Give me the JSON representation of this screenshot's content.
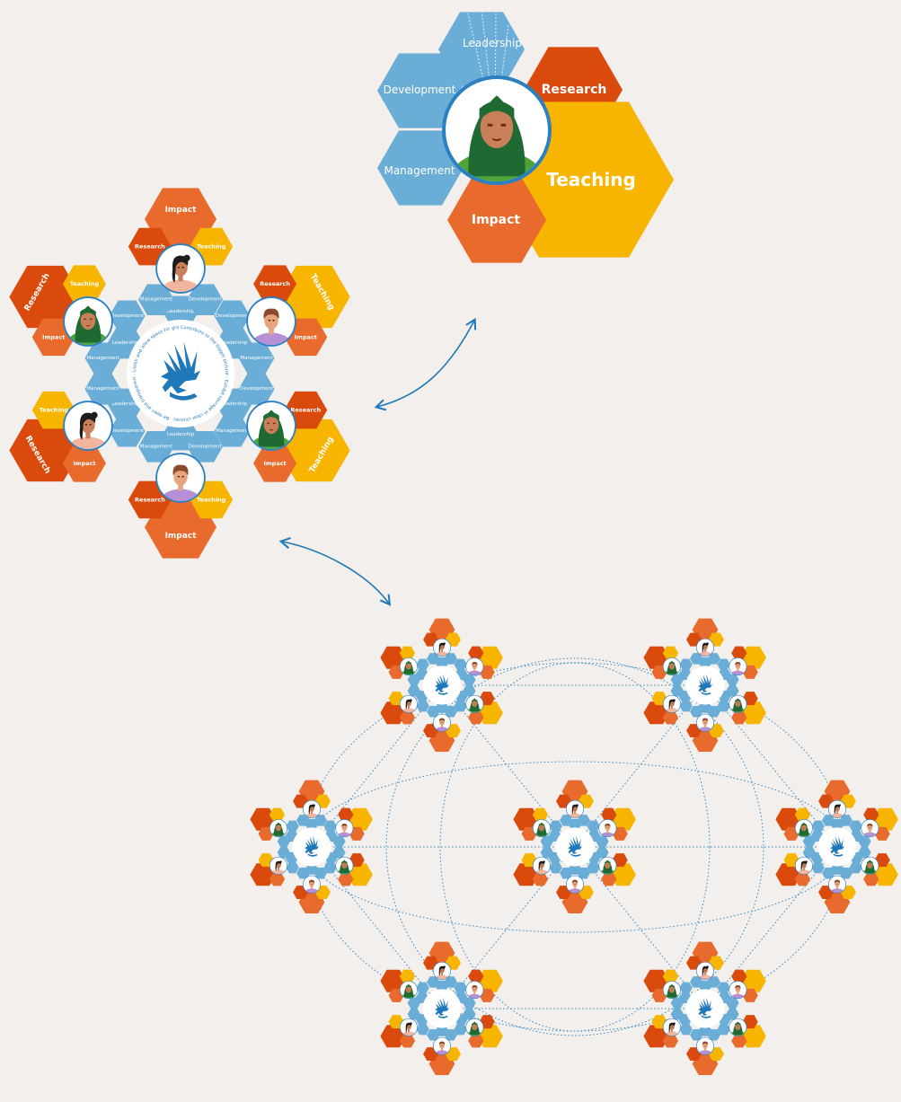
{
  "colors": {
    "background": "#f3efec",
    "research": "#d94a0c",
    "teaching": "#f7b500",
    "impact": "#e86a2c",
    "blue": "#6aaed8",
    "arrow": "#1f78b8",
    "dotted": "#3f8ec9",
    "logo": "#1f78b8",
    "hijab": "#1f6a33",
    "skin_dark": "#c9805a",
    "skin_light": "#e8a47f",
    "shirt_pink": "#f2b5a0",
    "shirt_purple": "#b68fd6",
    "hair_dark": "#1c1c1c",
    "hair_brown": "#8b4a2b"
  },
  "profile": {
    "labels": {
      "leadership": "Leadership",
      "development": "Development",
      "management": "Management",
      "research": "Research",
      "teaching": "Teaching",
      "impact": "Impact"
    },
    "avatar": "hijab-woman-avatar"
  },
  "team": {
    "ring_text": "Contribute to the bigger picture  ·  Exhibit courage in clear choices  ·  Be open and transparent  ·  Listen and allow space for growth",
    "center_logo": "griffin-logo",
    "members": [
      {
        "avatar": "woman-dark-hair",
        "labels": {
          "large": "Impact",
          "left": "Research",
          "right": "Teaching",
          "top": "Leadership",
          "bl": "Management",
          "br": "Development"
        }
      },
      {
        "avatar": "man-curly-hair",
        "labels": {
          "large": "Teaching",
          "left": "Research",
          "right": "Impact",
          "top": "Leadership",
          "bl": "Development",
          "br": "Management"
        }
      },
      {
        "avatar": "hijab-woman",
        "labels": {
          "large": "Teaching",
          "left": "Research",
          "right": "Impact",
          "top": "Leadership",
          "bl": "Development",
          "br": "Management"
        }
      },
      {
        "avatar": "man-curly-hair",
        "labels": {
          "large": "Impact",
          "left": "Teaching",
          "right": "Research",
          "top": "Leadership",
          "bl": "Development",
          "br": "Management"
        }
      },
      {
        "avatar": "woman-dark-hair",
        "labels": {
          "large": "Research",
          "left": "Impact",
          "right": "Teaching",
          "top": "Leadership",
          "bl": "Development",
          "br": "Management"
        }
      },
      {
        "avatar": "hijab-woman",
        "labels": {
          "large": "Research",
          "left": "Impact",
          "right": "Teaching",
          "top": "Leadership",
          "bl": "Management",
          "br": "Development"
        }
      }
    ]
  },
  "network": {
    "cluster_count": 7,
    "connection_style": "dotted-lines"
  }
}
